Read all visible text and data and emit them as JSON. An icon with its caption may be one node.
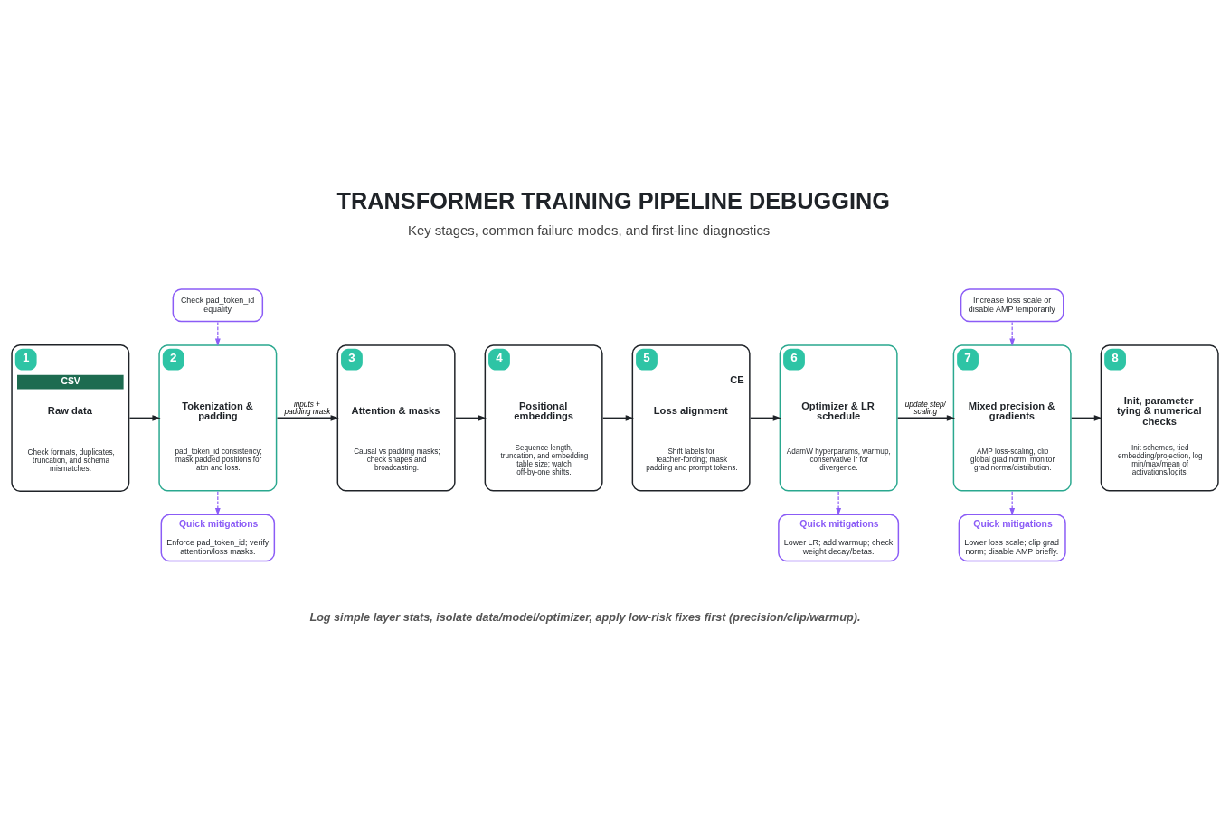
{
  "diagram": {
    "title": "TRANSFORMER TRAINING PIPELINE DEBUGGING",
    "caption": "Log simple layer stats, isolate data/model/optimizer, apply low-risk fixes first (precision/clip/warmup).",
    "nodes": [
      {
        "text": [
          "Check pad_token_id equality"
        ]
      },
      {
        "text": [
          "Increase loss scale or disable AMP temporarily"
        ]
      },
      {
        "text": [
          "1",
          "CSV",
          "Raw data",
          "Check formats, duplicates, truncation, and schema mismatches."
        ]
      },
      {
        "text": [
          "2",
          "Tokenization & padding",
          "pad_token_id consistency; mask padded positions for attn and loss."
        ]
      },
      {
        "text": [
          "3",
          "Attention & masks",
          "Causal vs padding masks; check shapes and broadcasting."
        ]
      },
      {
        "text": [
          "4",
          "Positional embeddings",
          "Sequence length, truncation, and embedding table size; watch off-by-one shifts."
        ]
      },
      {
        "text": [
          "5",
          "CE",
          "Loss alignment",
          "Shift labels for teacher-forcing; mask padding and prompt tokens."
        ]
      },
      {
        "text": [
          "6",
          "Optimizer & LR schedule",
          "AdamW hyperparams, warmup, conservative lr for divergence."
        ]
      },
      {
        "text": [
          "7",
          "Mixed precision & gradients",
          "AMP loss-scaling, clip global grad norm, monitor grad norms/distribution."
        ]
      },
      {
        "text": [
          "8",
          "Init, parameter tying & numerical checks",
          "Init schemes, tied embedding/projection, log min/max/mean of activations/logits."
        ]
      },
      {
        "text": [
          "Quick mitigations",
          "Enforce pad_token_id; verify attention/loss masks."
        ]
      },
      {
        "text": [
          "Quick mitigations",
          "Lower LR; add warmup; check weight decay/betas."
        ]
      },
      {
        "text": [
          "Quick mitigations",
          "Lower loss scale; clip grad norm; disable AMP briefly."
        ]
      }
    ],
    "edges": [
      {
        "from": 0,
        "to": 3,
        "arrow": "to",
        "style": "dashed",
        "color": "#8b5cf6"
      },
      {
        "from": 1,
        "to": 8,
        "arrow": "to",
        "style": "dashed",
        "color": "#8b5cf6"
      },
      {
        "from": 2,
        "to": 3,
        "arrow": "to"
      },
      {
        "from": 3,
        "to": 4,
        "arrow": "to",
        "label": "inputs + padding mask"
      },
      {
        "from": 4,
        "to": 5,
        "arrow": "to"
      },
      {
        "from": 5,
        "to": 6,
        "arrow": "to"
      },
      {
        "from": 6,
        "to": 7,
        "arrow": "to"
      },
      {
        "from": 7,
        "to": 8,
        "arrow": "to",
        "label": "update step/ scaling"
      },
      {
        "from": 8,
        "to": 9,
        "arrow": "to"
      },
      {
        "from": 3,
        "to": 10,
        "arrow": "to",
        "style": "dashed",
        "color": "#8b5cf6"
      },
      {
        "from": 7,
        "to": 11,
        "arrow": "to",
        "style": "dashed",
        "color": "#8b5cf6"
      },
      {
        "from": 8,
        "to": 12,
        "arrow": "to",
        "style": "dashed",
        "color": "#8b5cf6"
      }
    ],
    "labels": [
      "Key stages, common failure modes, and first-line diagnostics"
    ]
  }
}
